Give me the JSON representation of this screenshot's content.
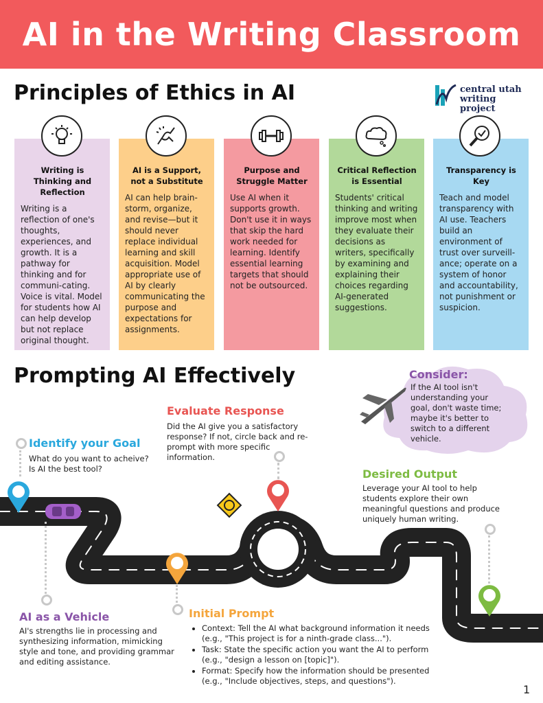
{
  "banner": {
    "title": "AI in the Writing Classroom"
  },
  "ethics": {
    "title": "Principles of Ethics in AI",
    "cards": [
      {
        "icon": "lightbulb-icon",
        "color": "#e9d5ea",
        "heading": "Writing is Thinking and Reflection",
        "body": "Writing is a reflection of one's thoughts, experiences, and growth. It is a pathway for thinking and for communi-cating. Voice is vital. Model for students how AI can help develop but not replace original thought."
      },
      {
        "icon": "handshake-icon",
        "color": "#fdcf8a",
        "heading": "AI is a Support, not a Substitute",
        "body": "AI can help brain-storm, organize, and revise—but it should never replace individual learning and skill acquisition. Model appropriate use of AI by clearly communicating the purpose and expectations for assignments."
      },
      {
        "icon": "dumbbell-icon",
        "color": "#f49aa0",
        "heading": "Purpose and Struggle Matter",
        "body": "Use AI when it supports growth. Don't use it in ways that skip the hard work needed for learning. Identify essential learning targets that should not be outsourced."
      },
      {
        "icon": "thought-cloud-icon",
        "color": "#b2d99a",
        "heading": "Critical Reflection is Essential",
        "body": "Students' critical thinking and writing improve most when they evaluate their decisions as writers, specifically by examining and explaining their choices regarding AI-generated suggestions."
      },
      {
        "icon": "magnifier-check-icon",
        "color": "#a7d9f2",
        "heading": "Transparency is Key",
        "body": "Teach and model transparency with AI use. Teachers build an environment of trust over surveill-ance; operate on a system of honor and accountability, not punishment or suspicion."
      }
    ]
  },
  "logo": {
    "line1": "central utah",
    "line2": "writing project"
  },
  "prompting": {
    "title": "Prompting AI Effectively",
    "consider": {
      "title": "Consider:",
      "text": "If the AI tool isn't understanding your goal, don't waste time; maybe it's better to switch to a different vehicle."
    },
    "evaluate": {
      "title": "Evaluate Response",
      "text": "Did the AI give you a satisfactory response? If not, circle back and re-prompt with more specific information."
    },
    "goal": {
      "title": "Identify your Goal",
      "text": "What do you want to acheive? Is AI the best tool?"
    },
    "output": {
      "title": "Desired Output",
      "text": "Leverage your AI tool to help students explore their own meaningful questions and produce uniquely human writing."
    },
    "vehicle": {
      "title": "AI as a Vehicle",
      "text": "AI's strengths lie in processing and synthesizing information, mimicking style and tone, and providing grammar and editing assistance."
    },
    "initial": {
      "title": "Initial Prompt",
      "bullets": [
        "Context: Tell the AI what background information it needs (e.g., \"This project is for a ninth-grade class...\").",
        "Task: State the specific action you want the AI to perform (e.g., \"design a lesson on [topic]\").",
        "Format: Specify how the information should be presented (e.g., \"Include objectives, steps, and questions\")."
      ]
    }
  },
  "colors": {
    "banner": "#f25a5c",
    "goal": "#2aa8dd",
    "evaluate": "#e85552",
    "output": "#7dbb42",
    "vehicle": "#8a55a8",
    "initial": "#f4a53c",
    "consider": "#8a55a8"
  },
  "page_number": "1"
}
